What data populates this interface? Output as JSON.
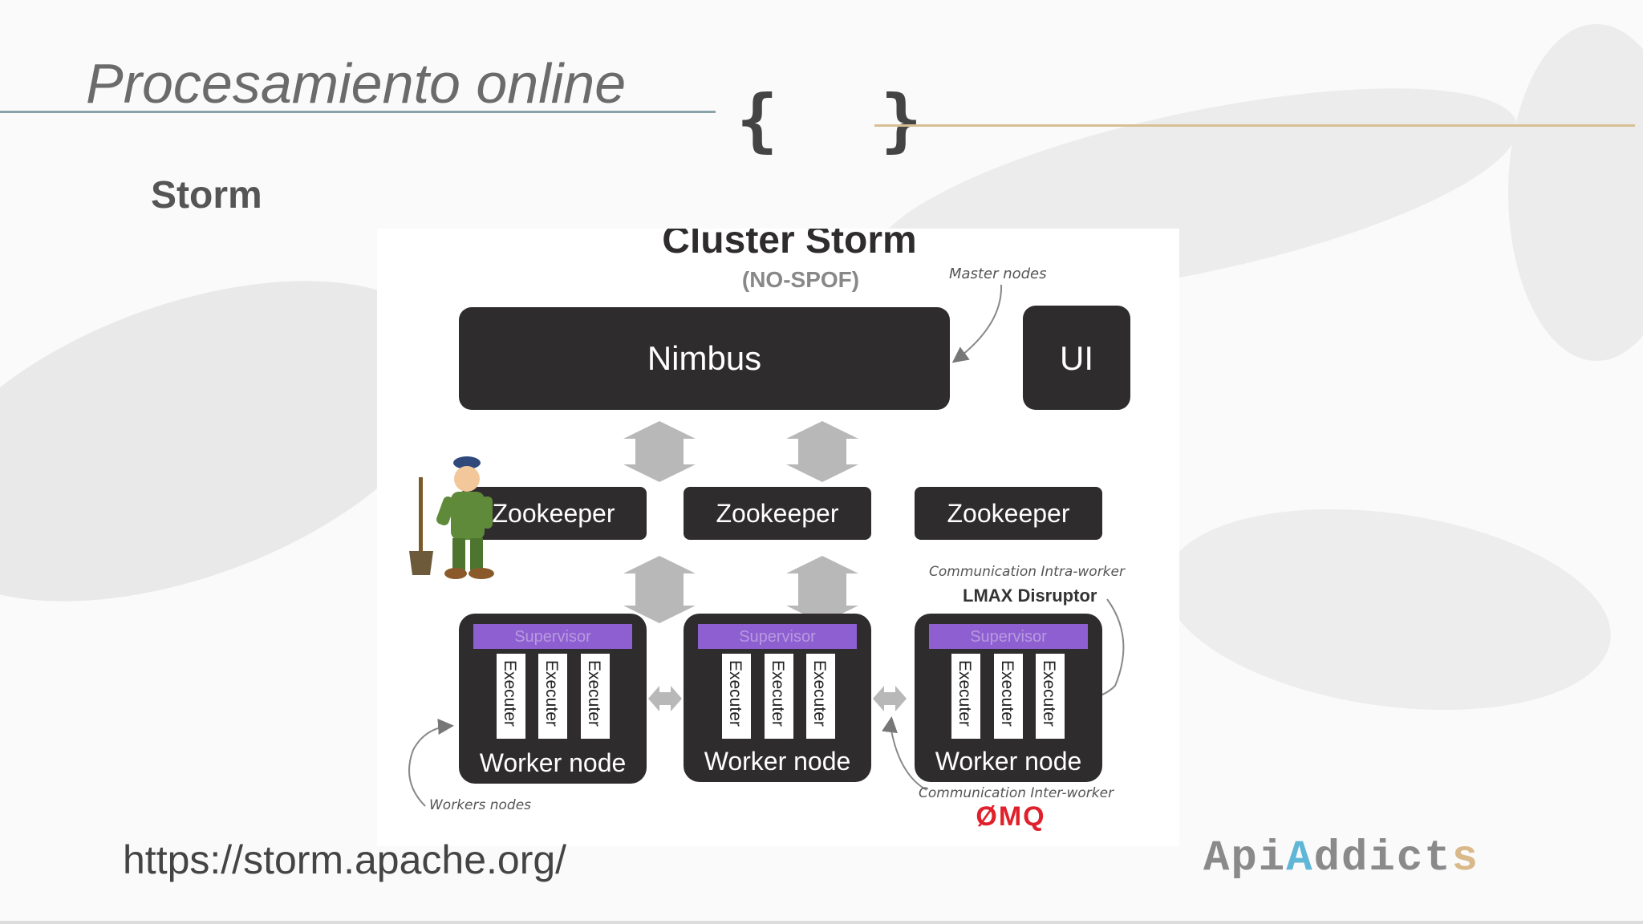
{
  "slide": {
    "title": "Procesamiento online",
    "braces": "{ }",
    "subtitle": "Storm",
    "url": "https://storm.apache.org/",
    "brand": {
      "part1": "Api",
      "part2": "A",
      "part3": "ddict",
      "part4": "s"
    }
  },
  "diagram": {
    "title": "Cluster Storm",
    "subtitle": "(NO-SPOF)",
    "master_note": "Master nodes",
    "nimbus_label": "Nimbus",
    "ui_label": "UI",
    "zookeepers": [
      "Zookeeper",
      "Zookeeper",
      "Zookeeper"
    ],
    "intra_note": "Communication Intra-worker",
    "lmax_label": "LMAX Disruptor",
    "supervisor_label": "Supervisor",
    "executer_label": "Executer",
    "worker_label": "Worker node",
    "workers_note": "Workers nodes",
    "inter_note": "Communication Inter-worker",
    "zmq_label": "ØMQ"
  },
  "colors": {
    "node_fill": "#2f2c2e",
    "supervisor": "#8e5fd0",
    "arrow_gray": "#b8b8b8",
    "zmq_red": "#e0212b",
    "rule_left": "#8aa3ab",
    "rule_right": "#d7bf95"
  }
}
